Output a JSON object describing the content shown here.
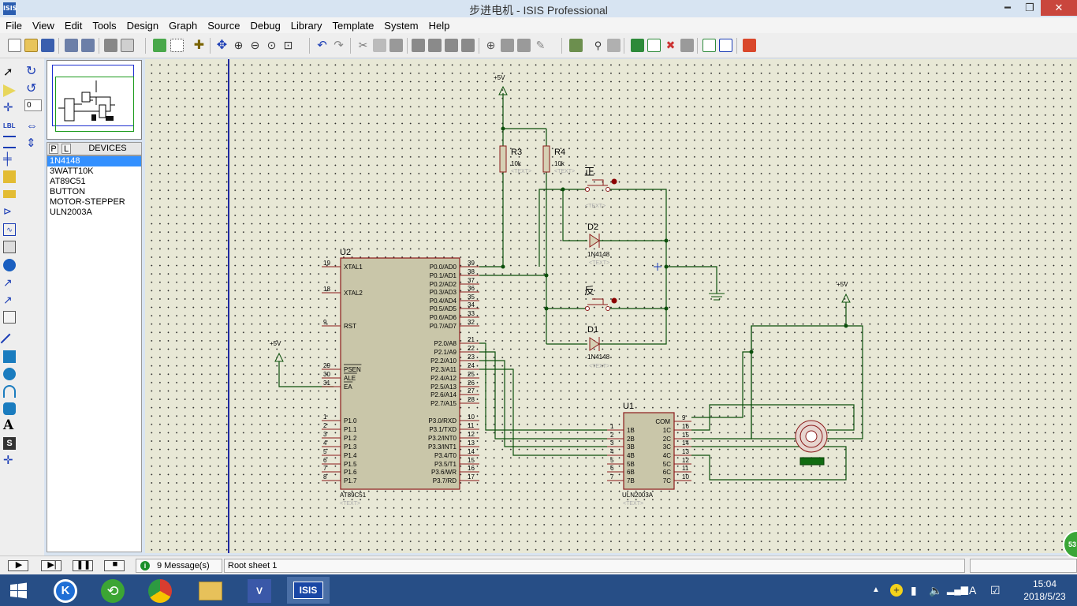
{
  "window": {
    "title": "步进电机 - ISIS Professional",
    "app_icon_text": "ISIS",
    "minimize_glyph": "━",
    "restore_glyph": "❐",
    "close_glyph": "✕"
  },
  "menu": [
    "File",
    "View",
    "Edit",
    "Tools",
    "Design",
    "Graph",
    "Source",
    "Debug",
    "Library",
    "Template",
    "System",
    "Help"
  ],
  "palette": {
    "rotation_value": "0"
  },
  "device_selector": {
    "tab_p": "P",
    "tab_l": "L",
    "title": "DEVICES",
    "items": [
      "1N4148",
      "3WATT10K",
      "AT89C51",
      "BUTTON",
      "MOTOR-STEPPER",
      "ULN2003A"
    ],
    "selected_index": 0
  },
  "schematic": {
    "power_label": "+5V",
    "text_hint": "<TEXT>",
    "u2": {
      "ref": "U2",
      "part": "AT89C51",
      "left_pins": [
        {
          "num": "19",
          "name": "XTAL1"
        },
        {
          "num": "18",
          "name": "XTAL2"
        },
        {
          "num": "9",
          "name": "RST"
        },
        {
          "num": "29",
          "name": "PSEN"
        },
        {
          "num": "30",
          "name": "ALE"
        },
        {
          "num": "31",
          "name": "EA"
        },
        {
          "num": "1",
          "name": "P1.0"
        },
        {
          "num": "2",
          "name": "P1.1"
        },
        {
          "num": "3",
          "name": "P1.2"
        },
        {
          "num": "4",
          "name": "P1.3"
        },
        {
          "num": "5",
          "name": "P1.4"
        },
        {
          "num": "6",
          "name": "P1.5"
        },
        {
          "num": "7",
          "name": "P1.6"
        },
        {
          "num": "8",
          "name": "P1.7"
        }
      ],
      "right_pins": [
        {
          "num": "39",
          "name": "P0.0/AD0"
        },
        {
          "num": "38",
          "name": "P0.1/AD1"
        },
        {
          "num": "37",
          "name": "P0.2/AD2"
        },
        {
          "num": "36",
          "name": "P0.3/AD3"
        },
        {
          "num": "35",
          "name": "P0.4/AD4"
        },
        {
          "num": "34",
          "name": "P0.5/AD5"
        },
        {
          "num": "33",
          "name": "P0.6/AD6"
        },
        {
          "num": "32",
          "name": "P0.7/AD7"
        },
        {
          "num": "21",
          "name": "P2.0/A8"
        },
        {
          "num": "22",
          "name": "P2.1/A9"
        },
        {
          "num": "23",
          "name": "P2.2/A10"
        },
        {
          "num": "24",
          "name": "P2.3/A11"
        },
        {
          "num": "25",
          "name": "P2.4/A12"
        },
        {
          "num": "26",
          "name": "P2.5/A13"
        },
        {
          "num": "27",
          "name": "P2.6/A14"
        },
        {
          "num": "28",
          "name": "P2.7/A15"
        },
        {
          "num": "10",
          "name": "P3.0/RXD"
        },
        {
          "num": "11",
          "name": "P3.1/TXD"
        },
        {
          "num": "12",
          "name": "P3.2/INT0"
        },
        {
          "num": "13",
          "name": "P3.3/INT1"
        },
        {
          "num": "14",
          "name": "P3.4/T0"
        },
        {
          "num": "15",
          "name": "P3.5/T1"
        },
        {
          "num": "16",
          "name": "P3.6/WR"
        },
        {
          "num": "17",
          "name": "P3.7/RD"
        }
      ]
    },
    "u1": {
      "ref": "U1",
      "part": "ULN2003A",
      "com_num": "9",
      "com_name": "COM",
      "inputs": [
        {
          "num": "1",
          "name": "1B"
        },
        {
          "num": "2",
          "name": "2B"
        },
        {
          "num": "3",
          "name": "3B"
        },
        {
          "num": "4",
          "name": "4B"
        },
        {
          "num": "5",
          "name": "5B"
        },
        {
          "num": "6",
          "name": "6B"
        },
        {
          "num": "7",
          "name": "7B"
        }
      ],
      "outputs": [
        {
          "num": "16",
          "name": "1C"
        },
        {
          "num": "15",
          "name": "2C"
        },
        {
          "num": "14",
          "name": "3C"
        },
        {
          "num": "13",
          "name": "4C"
        },
        {
          "num": "12",
          "name": "5C"
        },
        {
          "num": "11",
          "name": "6C"
        },
        {
          "num": "10",
          "name": "7C"
        }
      ]
    },
    "r3": {
      "ref": "R3",
      "value": "10k"
    },
    "r4": {
      "ref": "R4",
      "value": "10k"
    },
    "d1": {
      "ref": "D1",
      "part": "1N4148"
    },
    "d2": {
      "ref": "D2",
      "part": "1N4148"
    },
    "btn_forward_label": "正",
    "btn_reverse_label": "反"
  },
  "status": {
    "messages": "9 Message(s)",
    "sheet": "Root sheet 1"
  },
  "taskbar": {
    "time": "15:04",
    "date": "2018/5/23",
    "ime": "A",
    "network_badge": "53"
  }
}
